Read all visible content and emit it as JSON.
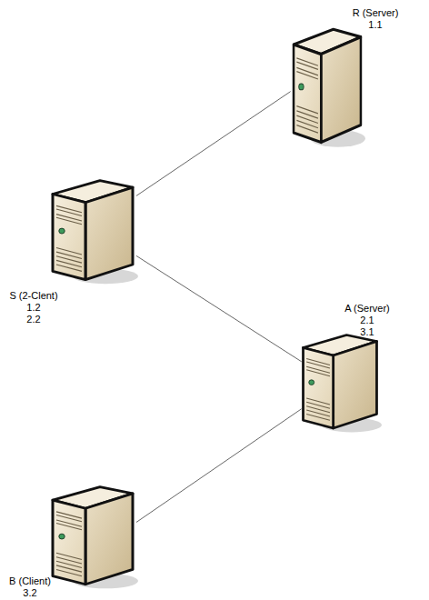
{
  "diagram": {
    "nodes": [
      {
        "text": [
          "R (Server)",
          "1.1"
        ]
      },
      {
        "text": [
          "S (2-Clent)",
          "1.2",
          "2.2"
        ]
      },
      {
        "text": [
          "A (Server)",
          "2.1",
          "3.1"
        ]
      },
      {
        "text": [
          "B (Client)",
          "3.2"
        ]
      }
    ],
    "edges": [
      {
        "from": 0,
        "to": 1,
        "arrow": "none"
      },
      {
        "from": 1,
        "to": 2,
        "arrow": "none"
      },
      {
        "from": 2,
        "to": 3,
        "arrow": "none"
      }
    ]
  }
}
